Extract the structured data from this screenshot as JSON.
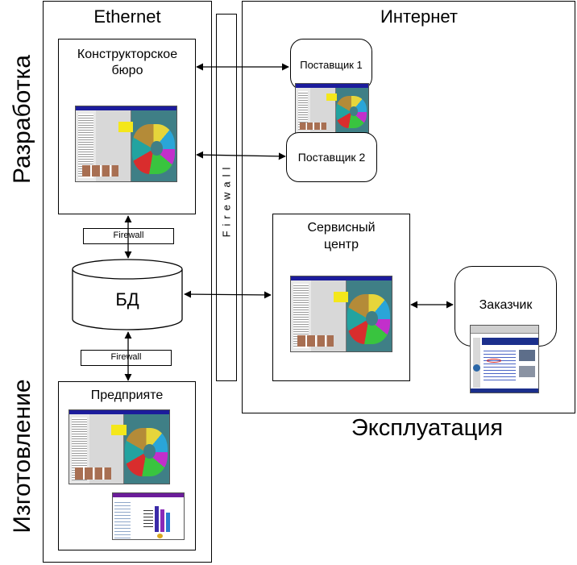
{
  "side_labels": {
    "development": "Разработка",
    "manufacturing": "Изготовление",
    "operation": "Эксплуатация"
  },
  "zones": {
    "ethernet": "Ethernet",
    "internet": "Интернет"
  },
  "firewall": {
    "vertical": "Firewall",
    "top": "Firewall",
    "bottom": "Firewall"
  },
  "nodes": {
    "design_bureau": "Конструкторское бюро",
    "database": "БД",
    "enterprise": "Предприяте",
    "supplier1": "Поставщик 1",
    "supplier2": "Поставщик 2",
    "service_center": "Сервисный центр",
    "customer": "Заказчик"
  },
  "colors": {
    "line": "#000000",
    "background": "#ffffff",
    "screen_bg": "#3f7f86",
    "titlebar": "#1c1c9c"
  },
  "icons": {
    "screenshot": "cad-application-screenshot",
    "web": "web-page-screenshot",
    "chart": "schedule-chart-screenshot"
  }
}
